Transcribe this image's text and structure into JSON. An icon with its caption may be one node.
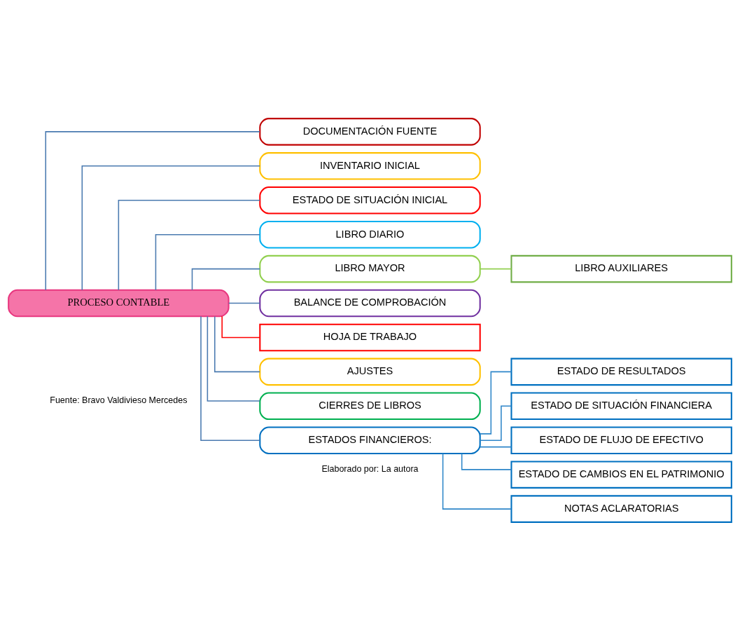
{
  "diagram": {
    "nodes": [
      {
        "text": [
          "PROCESO CONTABLE"
        ]
      },
      {
        "text": [
          "DOCUMENTACIÓN FUENTE"
        ]
      },
      {
        "text": [
          "INVENTARIO INICIAL"
        ]
      },
      {
        "text": [
          "ESTADO DE SITUACIÓN INICIAL"
        ]
      },
      {
        "text": [
          "LIBRO DIARIO"
        ]
      },
      {
        "text": [
          "LIBRO MAYOR"
        ]
      },
      {
        "text": [
          "LIBRO AUXILIARES"
        ]
      },
      {
        "text": [
          "BALANCE DE COMPROBACIÓN"
        ]
      },
      {
        "text": [
          "HOJA DE TRABAJO"
        ]
      },
      {
        "text": [
          "AJUSTES"
        ]
      },
      {
        "text": [
          "CIERRES DE LIBROS"
        ]
      },
      {
        "text": [
          "ESTADOS FINANCIEROS:"
        ]
      },
      {
        "text": [
          "ESTADO DE RESULTADOS"
        ]
      },
      {
        "text": [
          "ESTADO DE SITUACIÓN FINANCIERA"
        ]
      },
      {
        "text": [
          "ESTADO DE FLUJO DE EFECTIVO"
        ]
      },
      {
        "text": [
          "ESTADO DE CAMBIOS EN EL PATRIMONIO"
        ]
      },
      {
        "text": [
          "NOTAS ACLARATORIAS"
        ]
      }
    ],
    "edges": [
      {
        "from": 0,
        "to": 1,
        "arrow": "none"
      },
      {
        "from": 0,
        "to": 2,
        "arrow": "none"
      },
      {
        "from": 0,
        "to": 3,
        "arrow": "none"
      },
      {
        "from": 0,
        "to": 4,
        "arrow": "none"
      },
      {
        "from": 0,
        "to": 5,
        "arrow": "none"
      },
      {
        "from": 5,
        "to": 6,
        "arrow": "none",
        "color": "#92d050"
      },
      {
        "from": 0,
        "to": 7,
        "arrow": "none"
      },
      {
        "from": 0,
        "to": 8,
        "arrow": "none",
        "color": "#ff0000"
      },
      {
        "from": 0,
        "to": 9,
        "arrow": "none"
      },
      {
        "from": 0,
        "to": 10,
        "arrow": "none"
      },
      {
        "from": 0,
        "to": 11,
        "arrow": "none"
      },
      {
        "from": 11,
        "to": 12,
        "arrow": "none",
        "color": "#2e86c9"
      },
      {
        "from": 11,
        "to": 13,
        "arrow": "none",
        "color": "#2e86c9"
      },
      {
        "from": 11,
        "to": 14,
        "arrow": "none",
        "color": "#2e86c9"
      },
      {
        "from": 11,
        "to": 15,
        "arrow": "none",
        "color": "#2e86c9"
      },
      {
        "from": 11,
        "to": 16,
        "arrow": "none",
        "color": "#2e86c9"
      }
    ],
    "labels": [
      "Fuente: Bravo Valdivieso Mercedes",
      "Elaborado por: La autora"
    ]
  }
}
